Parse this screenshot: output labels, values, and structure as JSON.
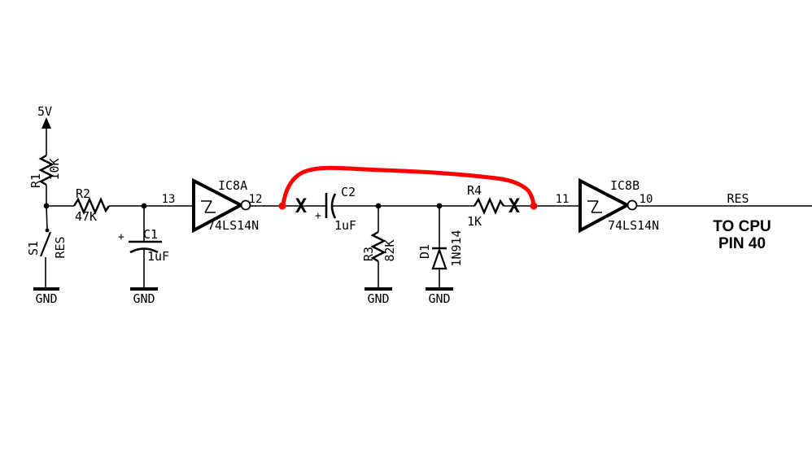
{
  "colors": {
    "wire": "#000000",
    "highlight": "#ff0000",
    "background": "#ffffff"
  },
  "power": {
    "vcc": "5V"
  },
  "switch_s1": {
    "ref": "S1",
    "label": "RES"
  },
  "resistors": {
    "r1": {
      "ref": "R1",
      "value": "10K"
    },
    "r2": {
      "ref": "R2",
      "value": "47K"
    },
    "r3": {
      "ref": "R3",
      "value": "82K"
    },
    "r4": {
      "ref": "R4",
      "value": "1K"
    }
  },
  "capacitors": {
    "c1": {
      "ref": "C1",
      "value": "1uF",
      "polarity": "+"
    },
    "c2": {
      "ref": "C2",
      "value": "1uF",
      "polarity": "+"
    }
  },
  "diode": {
    "ref": "D1",
    "value": "1N914"
  },
  "inverters": {
    "ic8a": {
      "ref": "IC8A",
      "part": "74LS14N",
      "pin_in": "13",
      "pin_out": "12"
    },
    "ic8b": {
      "ref": "IC8B",
      "part": "74LS14N",
      "pin_in": "11",
      "pin_out": "10"
    }
  },
  "grounds": {
    "s1": "GND",
    "c1": "GND",
    "r3": "GND",
    "d1": "GND"
  },
  "output": {
    "net": "RES",
    "dest_line1": "TO CPU",
    "dest_line2": "PIN 40"
  },
  "annotations": {
    "cut_marker": "X"
  }
}
